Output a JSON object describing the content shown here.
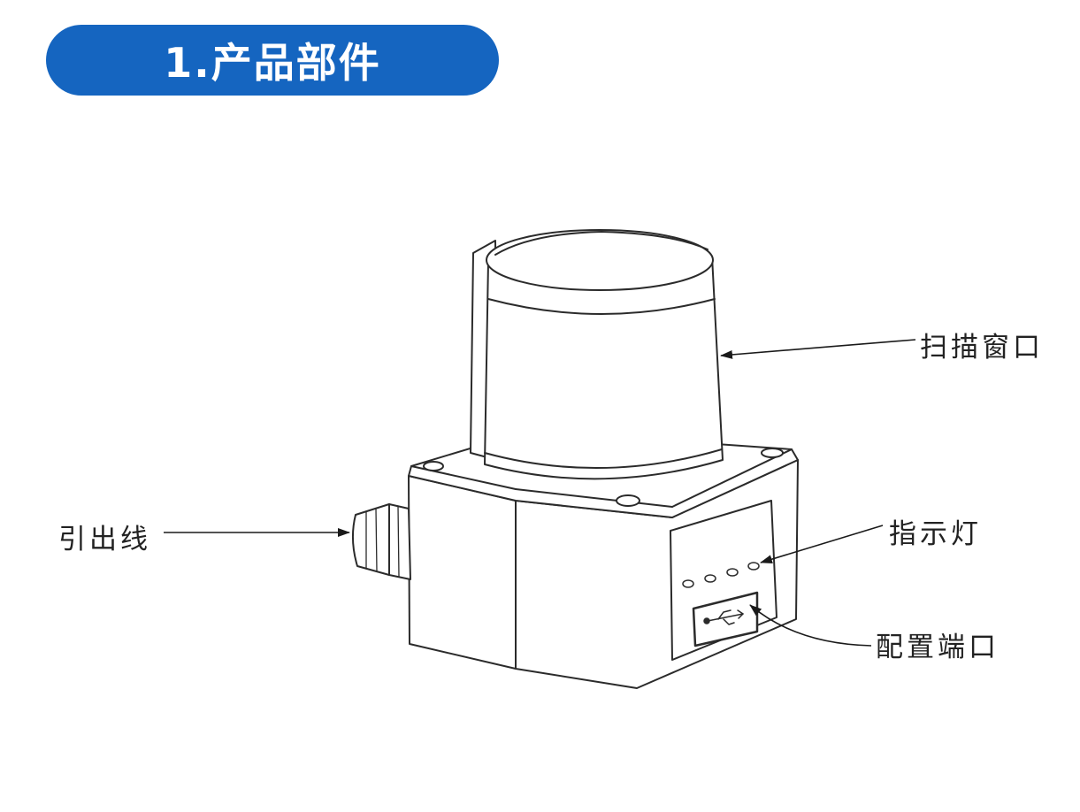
{
  "header": {
    "title": "1.产品部件"
  },
  "diagram": {
    "labels": {
      "scan_window": "扫描窗口",
      "cable": "引出线",
      "indicator": "指示灯",
      "config_port": "配置端口"
    },
    "icons": {
      "port_symbol": "usb-icon"
    }
  },
  "colors": {
    "accent": "#1565c0",
    "line": "#2b2b2b",
    "background": "#ffffff"
  }
}
